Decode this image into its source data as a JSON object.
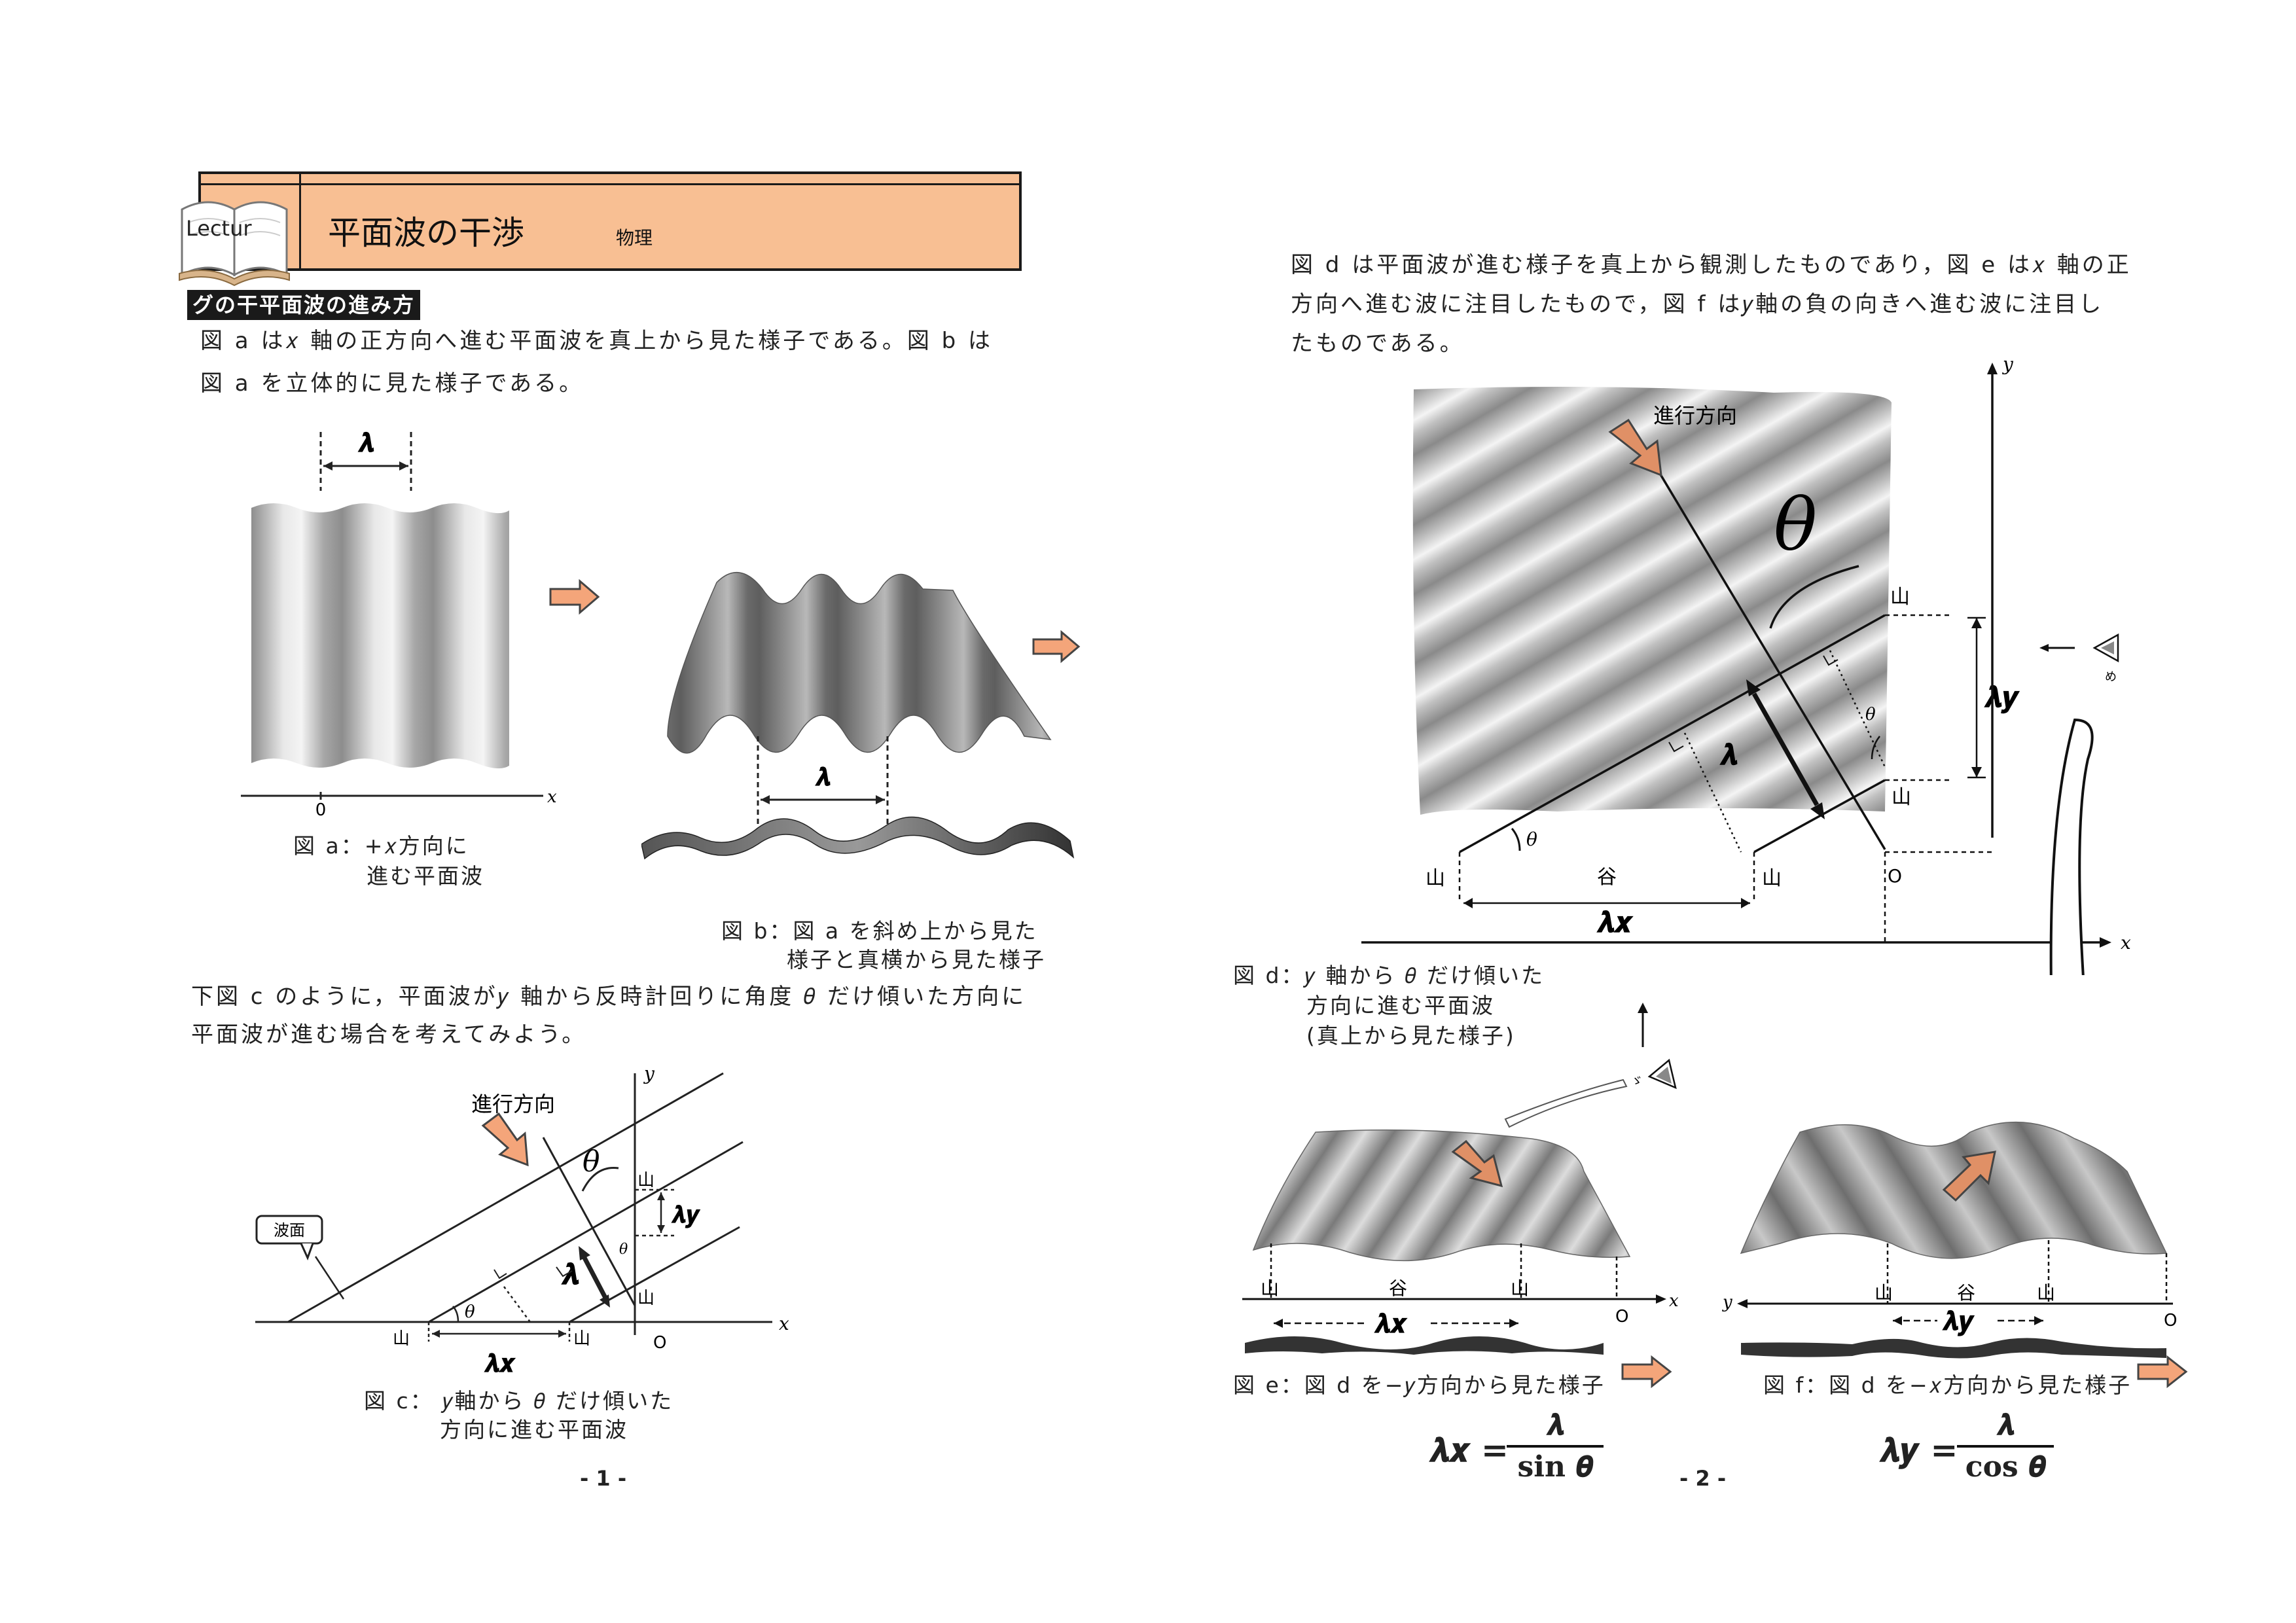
{
  "header": {
    "badge": "Lectur",
    "title": "平面波の干渉",
    "subject": "物理",
    "colors": {
      "band": "#F8BF93",
      "border": "#1a1a1a"
    }
  },
  "section": {
    "heading": "グの干平面波の進み方"
  },
  "page1": {
    "intro": [
      "図 a は𝑥 軸の正方向へ進む平面波を真上から見た様子である。図 b は",
      "図 a を立体的に見た様子である。"
    ],
    "fig_a": {
      "lambda": "𝝀",
      "origin": "0",
      "x_axis": "𝑥",
      "caption": [
        "図 a：+𝑥方向に",
        "進む平面波"
      ]
    },
    "fig_b": {
      "lambda": "𝝀",
      "caption": [
        "図 b：図 a を斜め上から見た",
        "様子と真横から見た様子"
      ]
    },
    "para2": [
      "下図 c のように，平面波が𝑦 軸から反時計回りに角度 𝜃 だけ傾いた方向に",
      "平面波が進む場合を考えてみよう。"
    ],
    "fig_c": {
      "direction": "進行方向",
      "wavefront": "波面",
      "theta": "𝜃",
      "y_axis": "𝑦",
      "x_axis": "𝑥",
      "origin": "O",
      "mountain": "山",
      "lambda": "𝝀",
      "lambda_x": "𝝀𝒙",
      "lambda_y": "𝝀𝒚",
      "caption": [
        "図 c： 𝑦軸から 𝜃 だけ傾いた",
        "方向に進む平面波"
      ]
    },
    "page_number": "- 1 -"
  },
  "page2": {
    "intro": [
      "図 d は平面波が進む様子を真上から観測したものであり，図 e は𝑥 軸の正",
      "方向へ進む波に注目したもので，図 f は𝑦軸の負の向きへ進む波に注目し",
      "たものである。"
    ],
    "fig_d": {
      "direction": "進行方向",
      "theta": "𝜃",
      "mountain": "山",
      "valley": "谷",
      "lambda": "𝝀",
      "lambda_x": "𝝀𝒙",
      "lambda_y": "𝝀𝒚",
      "y_axis": "𝑦",
      "x_axis": "𝑥",
      "origin": "O",
      "caption": [
        "図 d：𝑦 軸から 𝜃 だけ傾いた",
        "方向に進む平面波",
        "(真上から見た様子)"
      ]
    },
    "fig_e": {
      "mountain": "山",
      "valley": "谷",
      "lambda_x": "𝝀𝒙",
      "x_axis": "𝑥",
      "origin": "O",
      "caption": "図 e：図 d を−𝑦方向から見た様子"
    },
    "fig_f": {
      "mountain": "山",
      "valley": "谷",
      "lambda_y": "𝝀𝒚",
      "y_axis": "𝑦",
      "origin": "O",
      "caption": "図 f：図 d を−𝑥方向から見た様子"
    },
    "formula_x": {
      "lhs": "𝝀𝒙 =",
      "num": "𝝀",
      "den": "𝐬𝐢𝐧 𝜽"
    },
    "formula_y": {
      "lhs": "𝝀𝒚 =",
      "num": "𝝀",
      "den": "𝐜𝐨𝐬 𝜽"
    },
    "page_number": "- 2 -"
  }
}
